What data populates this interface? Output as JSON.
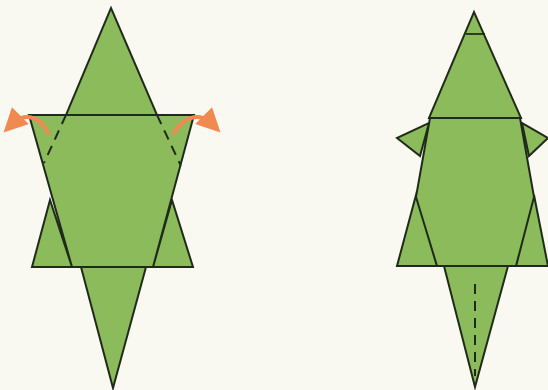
{
  "diagram": {
    "type": "origami-fold-steps",
    "background_color": "#f9f9f2",
    "paper_color": "#8bbb5a",
    "line_color": "#1f2a1a",
    "arrow_color": "#f08a50",
    "steps": [
      {
        "name": "step-before-fold",
        "marks": [
          "valley-fold-line-left",
          "valley-fold-line-right",
          "fold-arrow-left",
          "fold-arrow-right"
        ]
      },
      {
        "name": "step-after-fold",
        "marks": [
          "tip-crease-line",
          "center-fold-line"
        ]
      }
    ]
  }
}
